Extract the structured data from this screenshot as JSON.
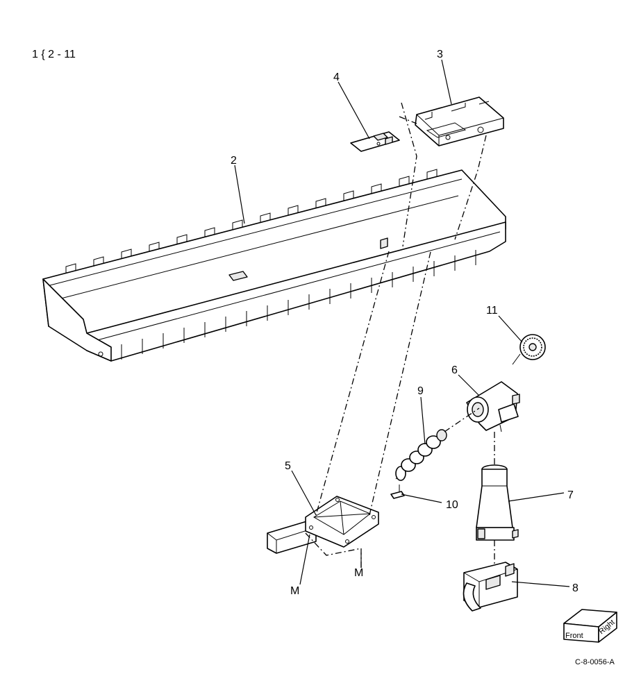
{
  "header": {
    "range": "1 { 2 - 11"
  },
  "parts": [
    {
      "id": "2",
      "label": "2"
    },
    {
      "id": "3",
      "label": "3"
    },
    {
      "id": "4",
      "label": "4"
    },
    {
      "id": "5",
      "label": "5"
    },
    {
      "id": "6",
      "label": "6"
    },
    {
      "id": "7",
      "label": "7"
    },
    {
      "id": "8",
      "label": "8"
    },
    {
      "id": "9",
      "label": "9"
    },
    {
      "id": "10",
      "label": "10"
    },
    {
      "id": "11",
      "label": "11"
    }
  ],
  "markers": {
    "m1": "M",
    "m2": "M"
  },
  "orientation_cube": {
    "front": "Front",
    "right": "Right"
  },
  "figure_code": "C-8-0056-A"
}
